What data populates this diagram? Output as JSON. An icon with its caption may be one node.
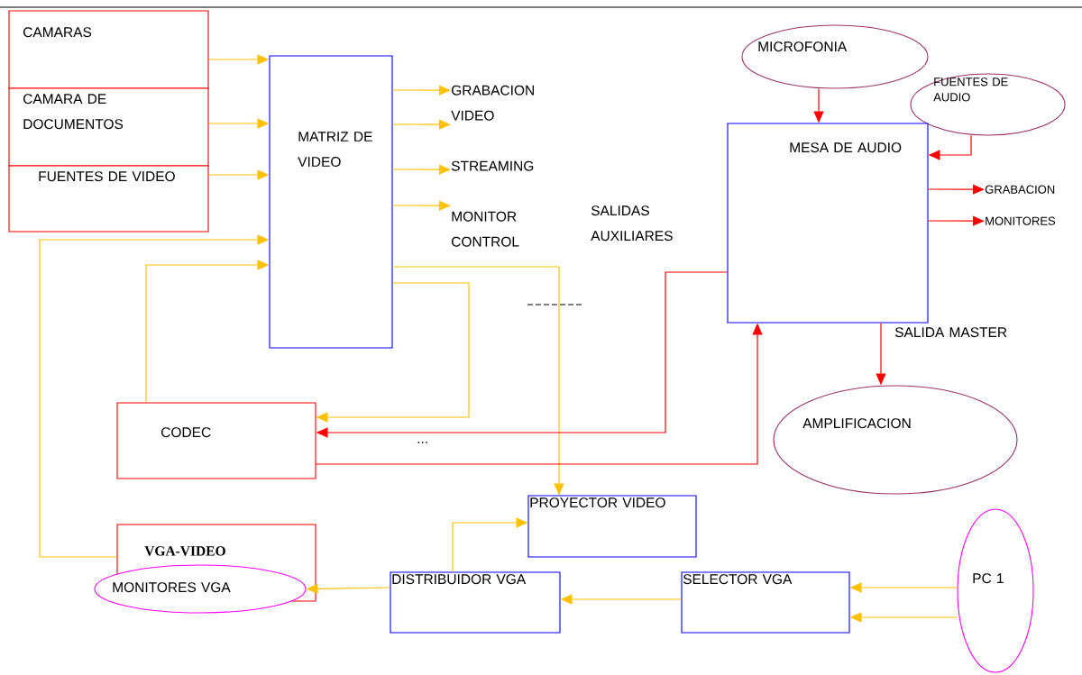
{
  "diagram": {
    "nodes": [
      {
        "text": [
          "CAMARAS"
        ]
      },
      {
        "text": [
          "CAMARA DE DOCUMENTOS"
        ]
      },
      {
        "text": [
          "FUENTES DE VIDEO"
        ]
      },
      {
        "text": [
          "MATRIZ DE VIDEO"
        ]
      },
      {
        "text": [
          "GRABACION VIDEO"
        ]
      },
      {
        "text": [
          "STREAMING"
        ]
      },
      {
        "text": [
          "MONITOR CONTROL"
        ]
      },
      {
        "text": [
          "MICROFONIA"
        ]
      },
      {
        "text": [
          "FUENTES DE AUDIO"
        ]
      },
      {
        "text": [
          "MESA DE AUDIO"
        ]
      },
      {
        "text": [
          "GRABACION"
        ]
      },
      {
        "text": [
          "MONITORES"
        ]
      },
      {
        "text": [
          "CODEC"
        ]
      },
      {
        "text": [
          "AMPLIFICACION"
        ]
      },
      {
        "text": [
          "PROYECTOR VIDEO"
        ]
      },
      {
        "text": [
          "VGA-VIDEO"
        ]
      },
      {
        "text": [
          "MONITORES VGA"
        ]
      },
      {
        "text": [
          "DISTRIBUIDOR VGA"
        ]
      },
      {
        "text": [
          "SELECTOR VGA"
        ]
      },
      {
        "text": [
          "PC 1"
        ]
      }
    ],
    "edges": [
      {
        "from": 0,
        "to": 3,
        "arrow": "to"
      },
      {
        "from": 1,
        "to": 3,
        "arrow": "to"
      },
      {
        "from": 2,
        "to": 3,
        "arrow": "to"
      },
      {
        "from": 15,
        "to": 3,
        "arrow": "to"
      },
      {
        "from": 12,
        "to": 3,
        "arrow": "to"
      },
      {
        "from": 3,
        "to": 4,
        "arrow": "to"
      },
      {
        "from": 3,
        "to": 4,
        "arrow": "to"
      },
      {
        "from": 3,
        "to": 5,
        "arrow": "to"
      },
      {
        "from": 3,
        "to": 6,
        "arrow": "to"
      },
      {
        "from": 3,
        "to": 14,
        "arrow": "to"
      },
      {
        "from": 3,
        "to": 12,
        "arrow": "to"
      },
      {
        "from": 9,
        "to": 12,
        "arrow": "to",
        "color": "#ff0000"
      },
      {
        "from": 12,
        "to": 9,
        "arrow": "to",
        "color": "#ff0000"
      },
      {
        "from": 7,
        "to": 9,
        "arrow": "to",
        "color": "#ff0000"
      },
      {
        "from": 8,
        "to": 9,
        "arrow": "to",
        "color": "#ff0000"
      },
      {
        "from": 9,
        "to": 10,
        "arrow": "to",
        "color": "#ff0000"
      },
      {
        "from": 9,
        "to": 11,
        "arrow": "to",
        "color": "#ff0000"
      },
      {
        "from": 9,
        "to": 13,
        "arrow": "to",
        "color": "#ff0000"
      },
      {
        "from": 17,
        "to": 14,
        "arrow": "to"
      },
      {
        "from": 17,
        "to": 16,
        "arrow": "to"
      },
      {
        "from": 18,
        "to": 17,
        "arrow": "to"
      },
      {
        "from": 19,
        "to": 18,
        "arrow": "to"
      },
      {
        "from": 19,
        "to": 18,
        "arrow": "to"
      }
    ],
    "labels": [
      "SALIDAS AUXILIARES",
      "SALIDA MASTER",
      "..."
    ]
  }
}
